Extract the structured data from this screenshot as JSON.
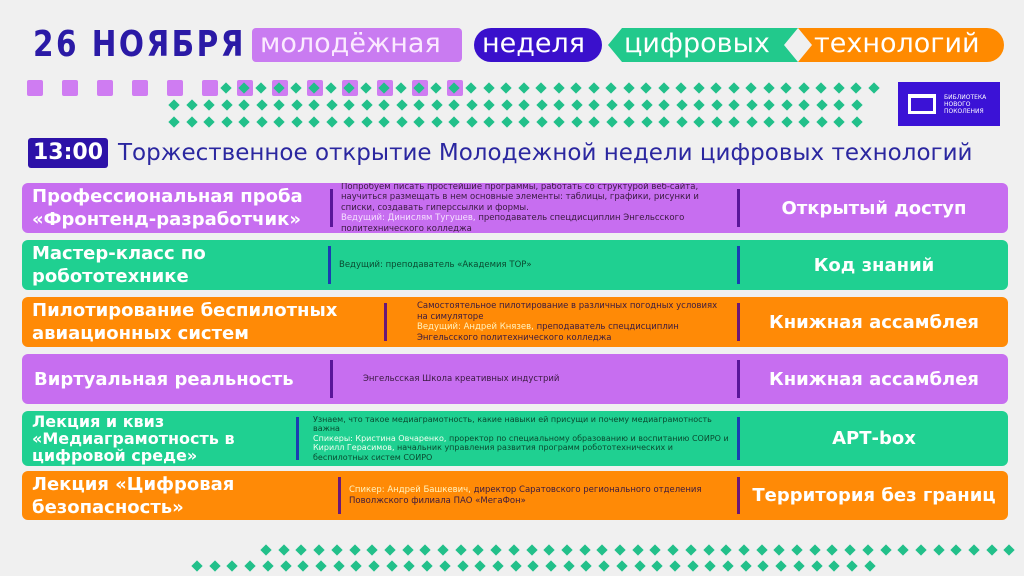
{
  "header": {
    "date": "26 НОЯБРЯ",
    "words": [
      "молодёжная",
      "неделя",
      "цифровых",
      "технологий"
    ]
  },
  "logo": {
    "text": "БИБЛИОТЕКА НОВОГО ПОКОЛЕНИЯ"
  },
  "opening": {
    "time": "13:00",
    "title": "Торжественное открытие Молодежной недели цифровых технологий"
  },
  "rows": [
    {
      "title": "Профессиональная проба «Фронтенд-разработчик»",
      "desc": "Попробуем писать простейшие программы, работать со структурой веб-сайта, научиться размещать в нем основные элементы: таблицы, графики, рисунки и списки, создавать гиперссылки и формы.",
      "host": "Ведущий: Динислям Тугушев,",
      "host_rest": "преподаватель спецдисциплин Энгельсского политехнического колледжа",
      "place": "Открытый доступ"
    },
    {
      "title": "Мастер-класс по робототехнике",
      "desc": "Ведущий: преподаватель «Академия ТОР»",
      "place": "Код знаний"
    },
    {
      "title": "Пилотирование беспилотных авиационных систем",
      "desc": "Самостоятельное пилотирование в различных погодных условиях на симуляторе",
      "host": "Ведущий: Андрей Князев,",
      "host_rest": "преподаватель спецдисциплин Энгельсского политехнического колледжа",
      "place": "Книжная ассамблея"
    },
    {
      "title": "Виртуальная реальность",
      "desc": "Энгельсская Школа креативных индустрий",
      "place": "Книжная ассамблея"
    },
    {
      "title": "Лекция и квиз «Медиаграмотность в цифровой среде»",
      "desc": "Узнаем, что такое медиаграмотность, какие навыки ей присущи и почему медиаграмотность важна",
      "host": "Спикеры: Кристина Овчаренко,",
      "host_rest": "проректор по специальному образованию и воспитанию СОИРО и",
      "host2": "Кирилл Герасимов,",
      "host2_rest": "начальник управления развития программ робототехнических и беспилотных систем СОИРО",
      "place": "АРТ-box"
    },
    {
      "title": "Лекция «Цифровая безопасность»",
      "host": "Спикер: Андрей Башкевич,",
      "host_rest": "директор Саратовского регионального отделения Поволжского филиала ПАО «МегаФон»",
      "place": "Территория без границ"
    }
  ]
}
